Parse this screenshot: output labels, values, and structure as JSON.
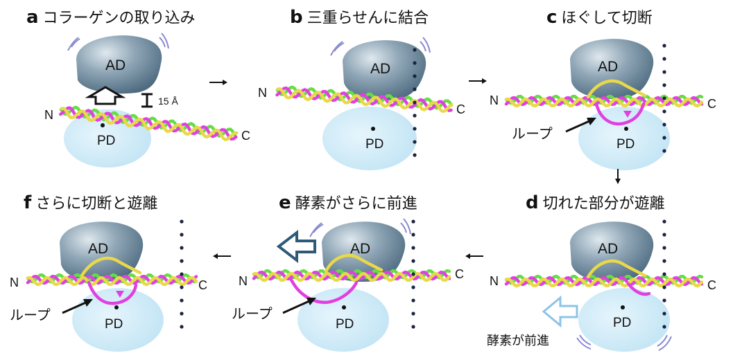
{
  "panels": [
    {
      "letter": "a",
      "title": "コラーゲンの取り込み"
    },
    {
      "letter": "b",
      "title": "三重らせんに結合"
    },
    {
      "letter": "c",
      "title": "ほぐして切断"
    },
    {
      "letter": "d",
      "title": "切れた部分が遊離"
    },
    {
      "letter": "e",
      "title": "酵素がさらに前進"
    },
    {
      "letter": "f",
      "title": "さらに切断と遊離"
    }
  ],
  "labels": {
    "ad": "AD",
    "pd": "PD",
    "n_terminus": "N",
    "c_terminus": "C",
    "distance": "15 Å",
    "loop": "ループ",
    "advance": "酵素が前進"
  },
  "colors": {
    "ad_domain": "#5f7f93",
    "pd_domain": "#c9e8f6",
    "strand_magenta": "#e040e0",
    "strand_green": "#66dd44",
    "strand_yellow": "#e8d84a",
    "arrow_dark": "#2e5a78",
    "arrow_light": "#8cc4e6",
    "vibration": "#8a8ad0",
    "dots": "#1a2340"
  },
  "icons": [
    "right-arrow-icon",
    "left-arrow-icon",
    "down-arrow-icon",
    "open-arrow-icon",
    "vibration-icon",
    "cleavage-marker-icon"
  ]
}
